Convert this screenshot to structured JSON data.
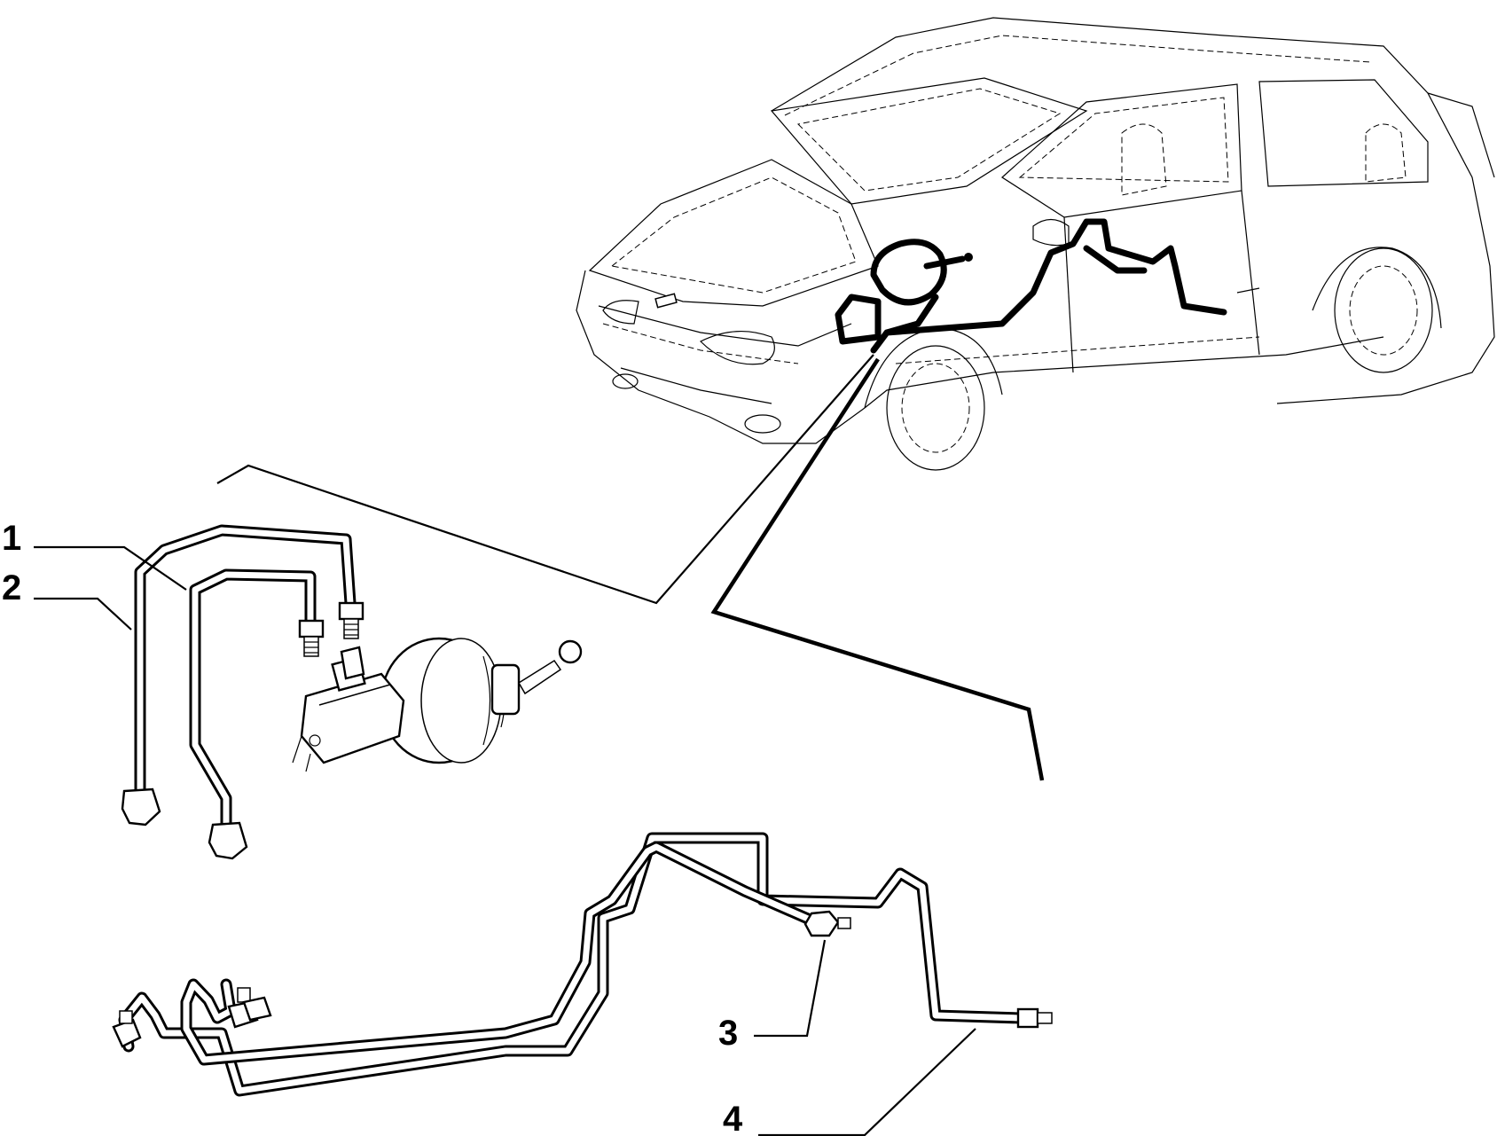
{
  "diagram": {
    "callouts": [
      {
        "id": "1",
        "label": "1"
      },
      {
        "id": "2",
        "label": "2"
      },
      {
        "id": "3",
        "label": "3"
      },
      {
        "id": "4",
        "label": "4"
      }
    ],
    "colors": {
      "line": "#000000",
      "background": "#ffffff"
    },
    "icons": {
      "vehicle": "hatchback-car-outline-icon",
      "master_cylinder": "brake-master-cylinder-icon",
      "servo": "brake-servo-booster-icon"
    }
  }
}
